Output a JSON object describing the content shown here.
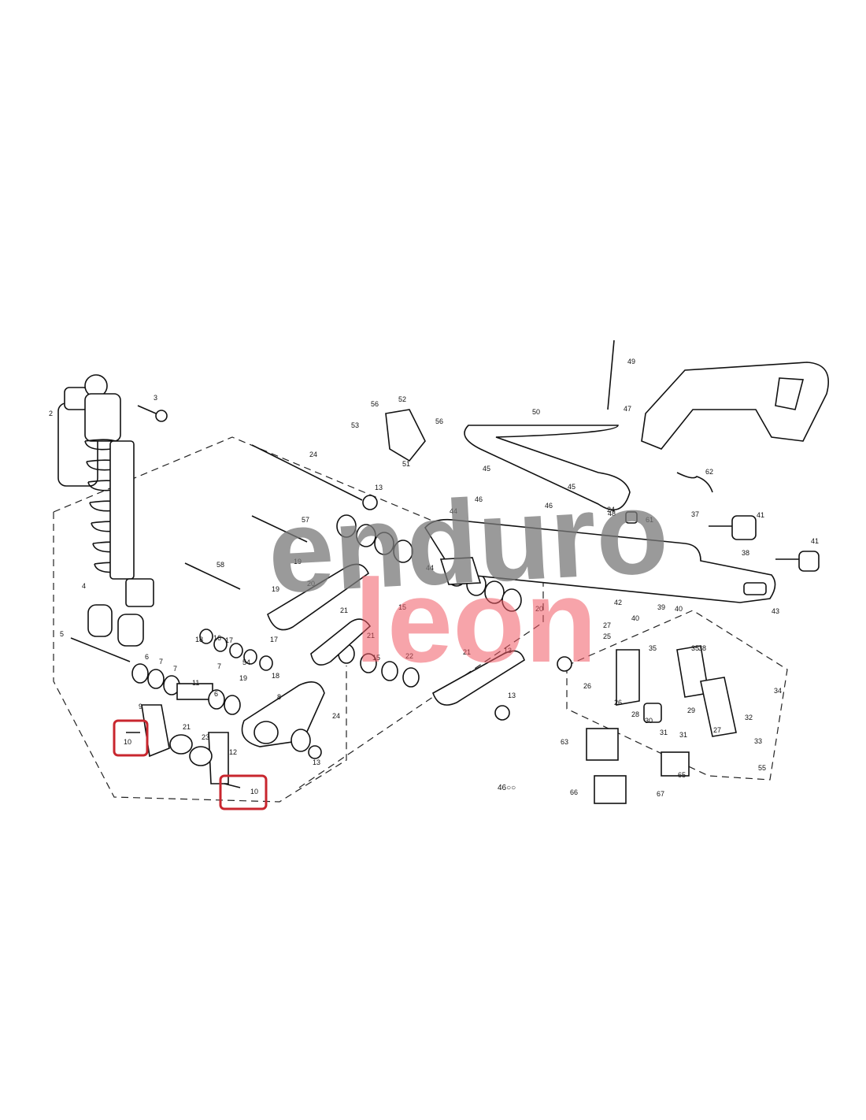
{
  "watermark": {
    "line1": "enduro",
    "line2": "leon"
  },
  "diagram_code": "46○○",
  "highlight_color": "#c8262e",
  "callouts": [
    "2",
    "3",
    "4",
    "5",
    "6",
    "6",
    "7",
    "7",
    "7",
    "8",
    "9",
    "10",
    "10",
    "11",
    "12",
    "13",
    "13",
    "13",
    "13",
    "15",
    "15",
    "16",
    "17",
    "17",
    "18",
    "18",
    "19",
    "19",
    "19",
    "20",
    "20",
    "21",
    "21",
    "21",
    "21",
    "22",
    "23",
    "24",
    "24",
    "24",
    "25",
    "26",
    "26",
    "27",
    "27",
    "28",
    "29",
    "30",
    "31",
    "31",
    "32",
    "33",
    "34",
    "35",
    "35",
    "37",
    "38",
    "38",
    "39",
    "40",
    "40",
    "41",
    "41",
    "42",
    "43",
    "44",
    "44",
    "45",
    "45",
    "46",
    "46",
    "47",
    "48",
    "49",
    "50",
    "51",
    "52",
    "53",
    "54",
    "55",
    "56",
    "56",
    "57",
    "58",
    "61",
    "62",
    "63",
    "65",
    "66",
    "67"
  ]
}
